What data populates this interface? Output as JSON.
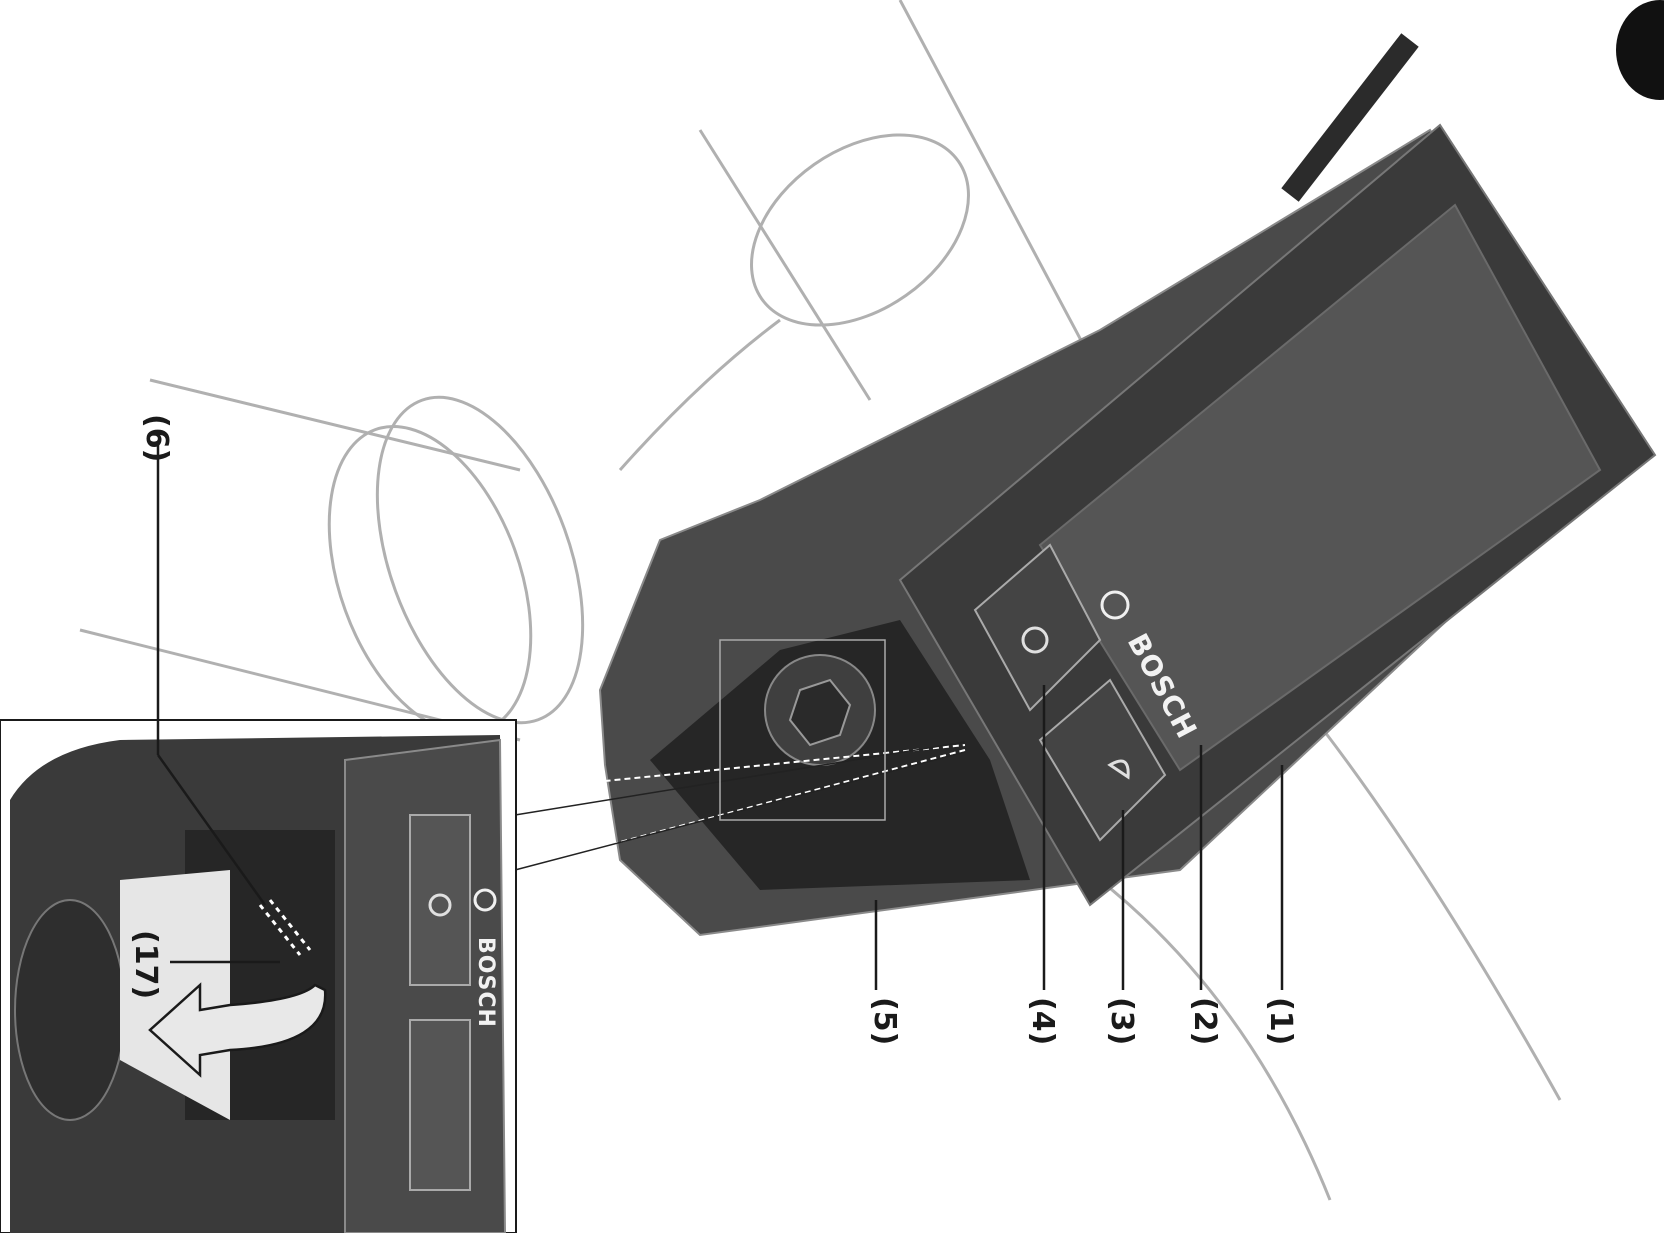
{
  "figure": {
    "brand": "BOSCH",
    "callouts": [
      {
        "id": "1",
        "label": "(1)"
      },
      {
        "id": "2",
        "label": "(2)"
      },
      {
        "id": "3",
        "label": "(3)"
      },
      {
        "id": "4",
        "label": "(4)"
      },
      {
        "id": "5",
        "label": "(5)"
      },
      {
        "id": "6",
        "label": "(6)"
      },
      {
        "id": "17",
        "label": "(17)"
      }
    ],
    "colors": {
      "housing": "#4a4a4a",
      "housing_dark": "#2e2e2e",
      "screen": "#555555",
      "outline": "#9a9a9a",
      "callout": "#1a1a1a",
      "arrow": "#e8e8e8"
    }
  }
}
